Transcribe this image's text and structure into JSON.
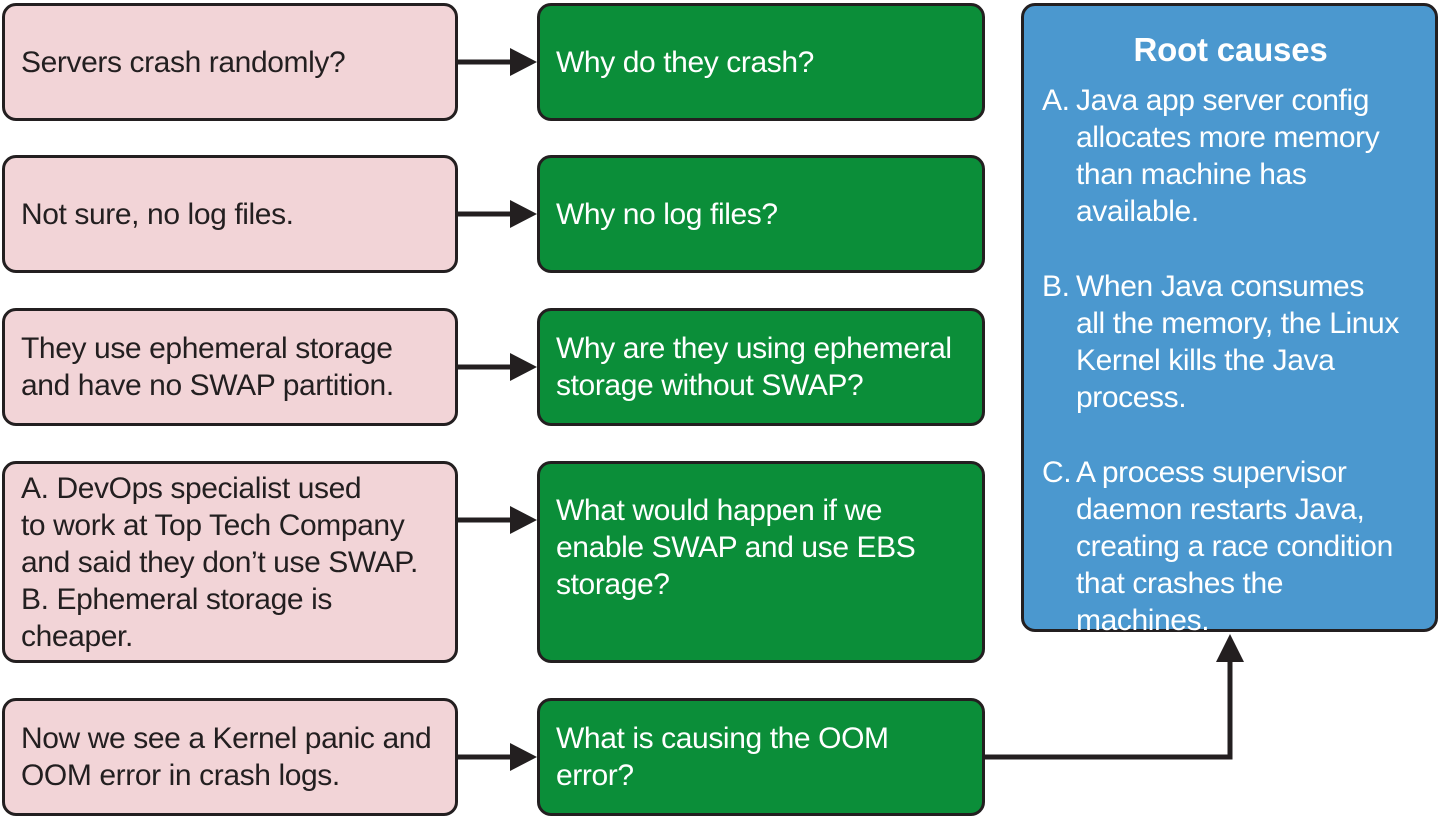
{
  "rows": [
    {
      "question": "Servers crash randomly?",
      "why": "Why do they crash?"
    },
    {
      "question": "Not sure, no log files.",
      "why": "Why no log files?"
    },
    {
      "question": "They use ephemeral storage\nand have no SWAP partition.",
      "why": "Why are they using ephemeral\nstorage without SWAP?"
    },
    {
      "question": "A. DevOps specialist used\nto work at Top Tech Company\nand said they don’t use SWAP.\nB. Ephemeral storage is cheaper.",
      "why": "What would happen if we\nenable SWAP and use EBS\nstorage?"
    },
    {
      "question": "Now we see a Kernel panic and\nOOM error in crash logs.",
      "why": "What is causing the OOM\nerror?"
    }
  ],
  "root_causes": {
    "title": "Root causes",
    "items": [
      {
        "letter": "A.",
        "text": "Java app server config\nallocates more memory\nthan machine has\navailable."
      },
      {
        "letter": "B.",
        "text": "When Java consumes\nall the memory, the Linux\nKernel kills the Java\nprocess."
      },
      {
        "letter": "C.",
        "text": "A process supervisor\ndaemon restarts Java,\ncreating a race condition\nthat crashes the machines."
      }
    ]
  },
  "colors": {
    "question_fill": "#f2d4d7",
    "why_fill": "#0b8e39",
    "root_fill": "#4b98cf",
    "stroke": "#231f20"
  }
}
